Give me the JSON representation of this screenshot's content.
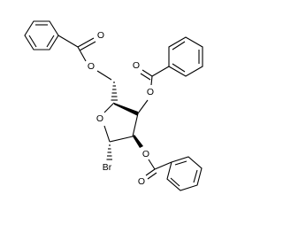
{
  "molecule": {
    "atom_labels": {
      "ring_oxygen": "O",
      "o_ch2_ester": "O",
      "o_ch2_carbonyl": "O",
      "o_c3_ester": "O",
      "o_c3_carbonyl": "O",
      "o_c2_ester": "O",
      "o_c2_carbonyl": "O",
      "bromine": "Br"
    }
  },
  "colors": {
    "bond": "#000000",
    "text": "#000000",
    "background": "#ffffff"
  }
}
